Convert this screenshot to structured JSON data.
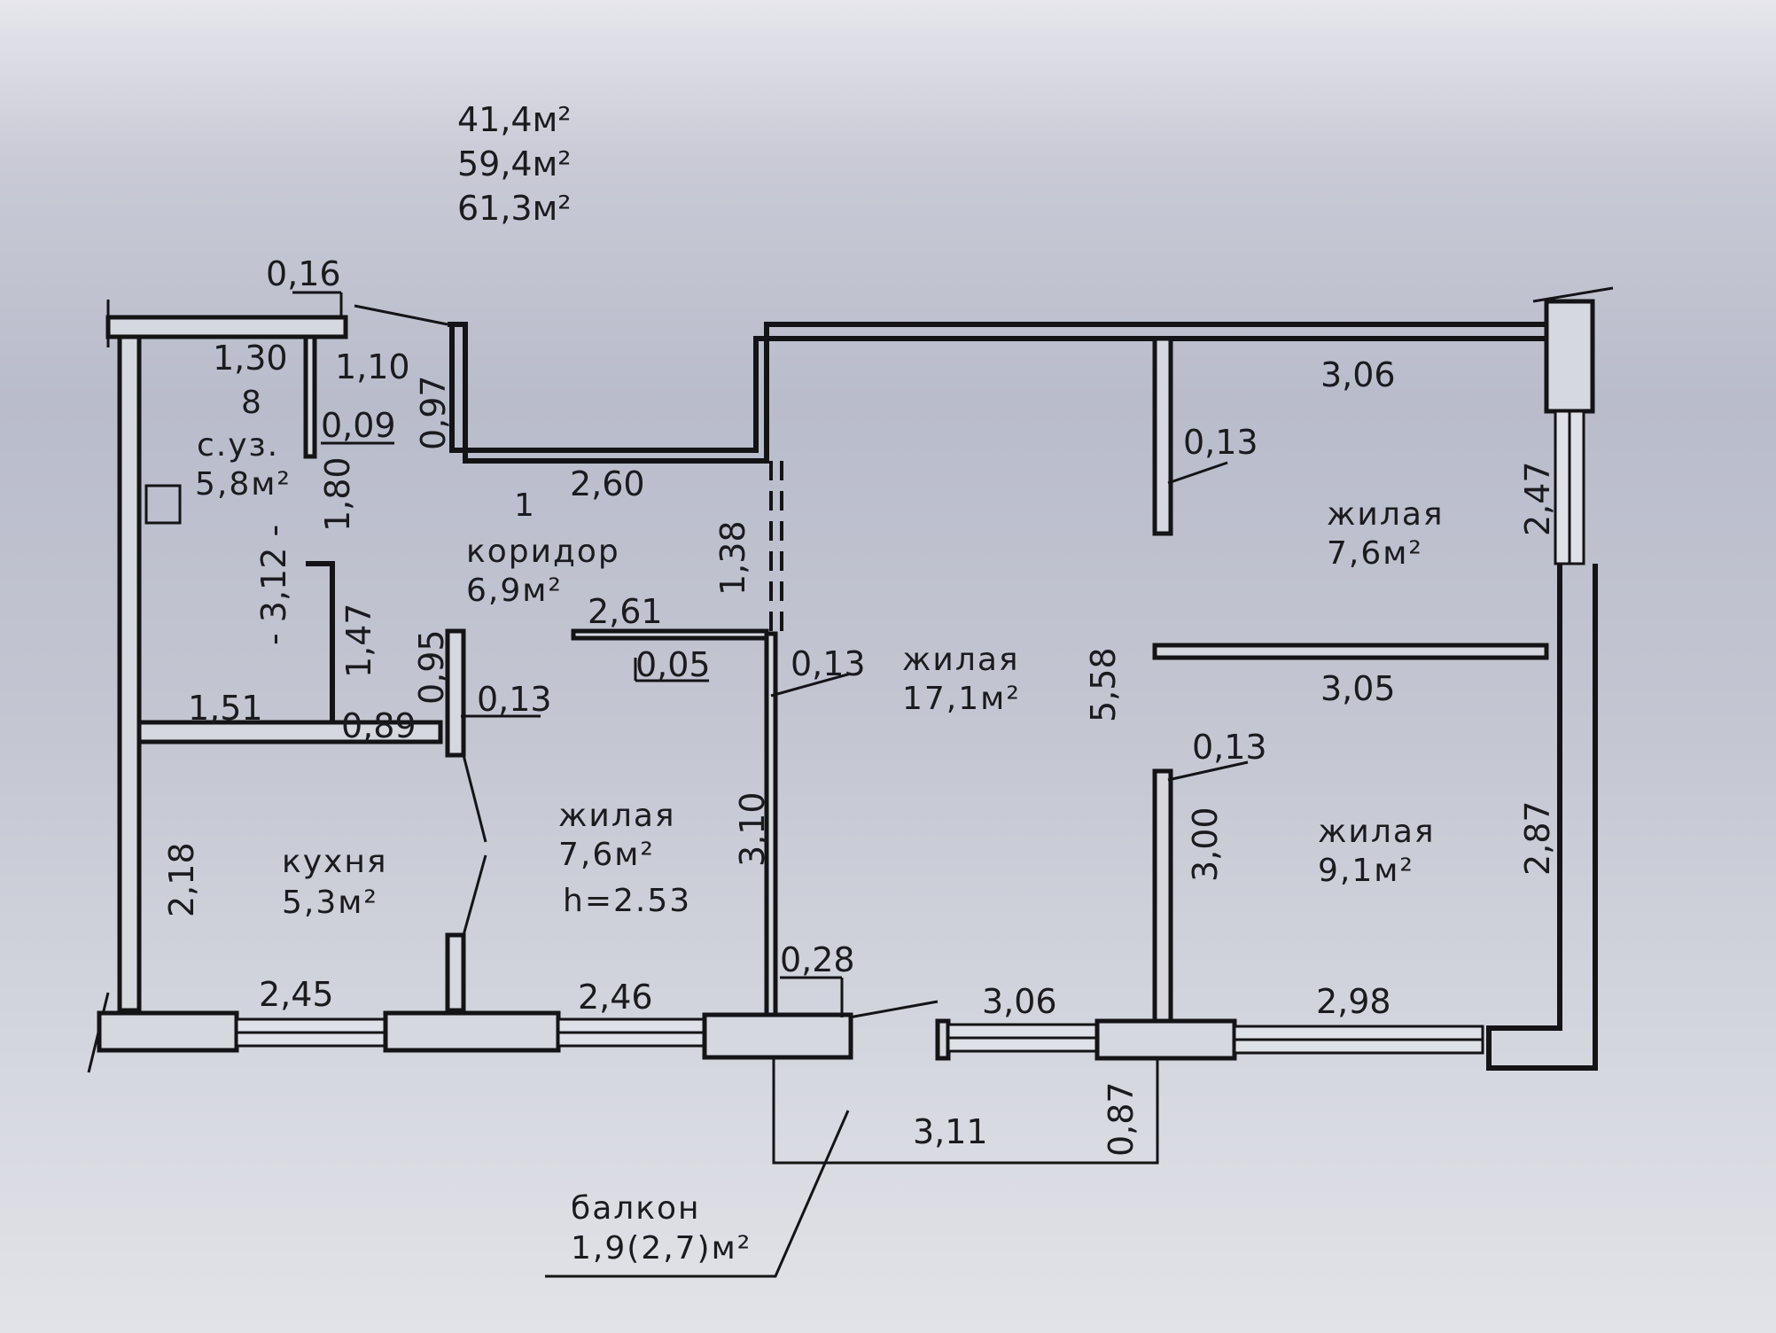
{
  "areas": {
    "living": "41,4м²",
    "total": "59,4м²",
    "total_with_balcony": "61,3м²"
  },
  "rooms": {
    "bathroom": {
      "number": "8",
      "name": "с.уз.",
      "area": "5,8м²"
    },
    "corridor": {
      "number": "1",
      "name": "коридор",
      "area": "6,9м²"
    },
    "kitchen": {
      "name": "кухня",
      "area": "5,3м²"
    },
    "living_small": {
      "name": "жилая",
      "area": "7,6м²",
      "height": "h=2.53"
    },
    "living_main": {
      "name": "жилая",
      "area": "17,1м²"
    },
    "living_top_right": {
      "name": "жилая",
      "area": "7,6м²"
    },
    "living_bottom_right": {
      "name": "жилая",
      "area": "9,1м²"
    },
    "balcony": {
      "name": "балкон",
      "area": "1,9(2,7)м²"
    }
  },
  "dimensions": {
    "d016": "0,16",
    "d130": "1,30",
    "d110": "1,10",
    "d009": "0,09",
    "d097": "0,97",
    "d180": "1,80",
    "d312": "- 3,12 -",
    "d147": "1,47",
    "d095": "0,95",
    "d260": "2,60",
    "d138": "1,38",
    "d261": "2,61",
    "d005": "0,05",
    "d013_corr": "0,13",
    "d151": "1,51",
    "d089": "0,89",
    "d013_kitch": "0,13",
    "d218": "2,18",
    "d310": "3,10",
    "d245": "2,45",
    "d246": "2,46",
    "d028": "0,28",
    "d306_top": "3,06",
    "d013_top": "0,13",
    "d247": "2,47",
    "d558": "5,58",
    "d305": "3,05",
    "d013_mid": "0,13",
    "d300": "3,00",
    "d287": "2,87",
    "d306_bottom": "3,06",
    "d298": "2,98",
    "d311": "3,11",
    "d087": "0,87"
  }
}
